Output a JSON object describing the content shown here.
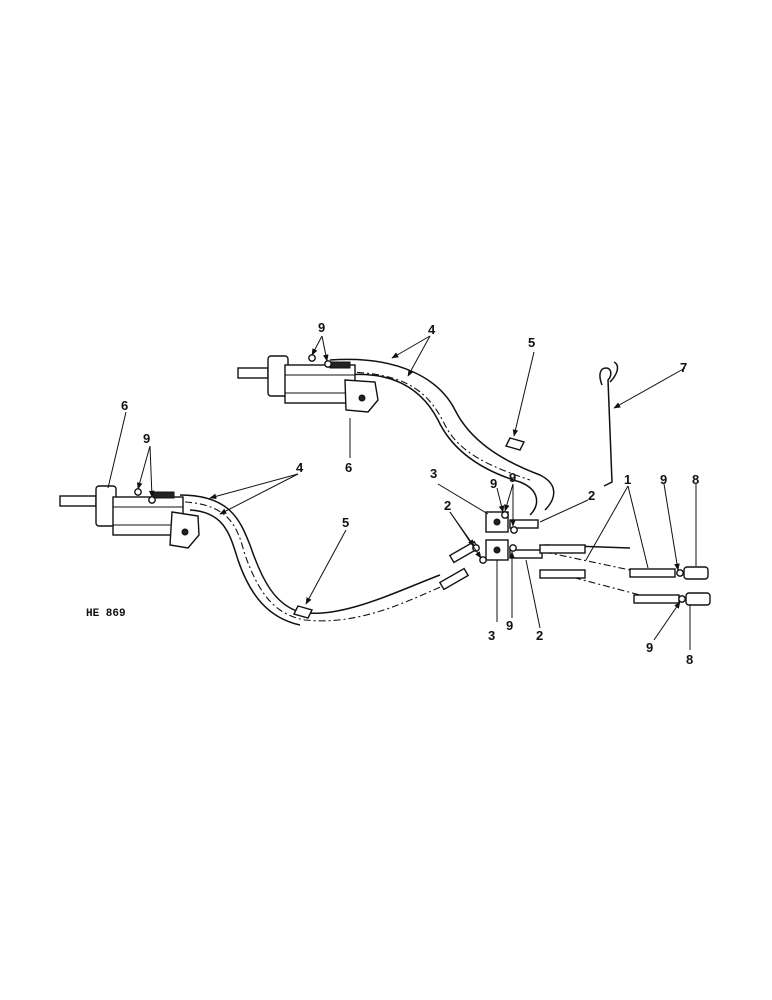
{
  "figure_code": "HE 869",
  "callouts": {
    "c1": "1",
    "c2a": "2",
    "c2b": "2",
    "c2c": "2",
    "c3a": "3",
    "c3b": "3",
    "c4a": "4",
    "c4b": "4",
    "c5a": "5",
    "c5b": "5",
    "c6a": "6",
    "c6b": "6",
    "c7": "7",
    "c8a": "8",
    "c8b": "8",
    "c9a": "9",
    "c9b": "9",
    "c9c": "9",
    "c9d": "9",
    "c9e": "9",
    "c9f": "9"
  }
}
